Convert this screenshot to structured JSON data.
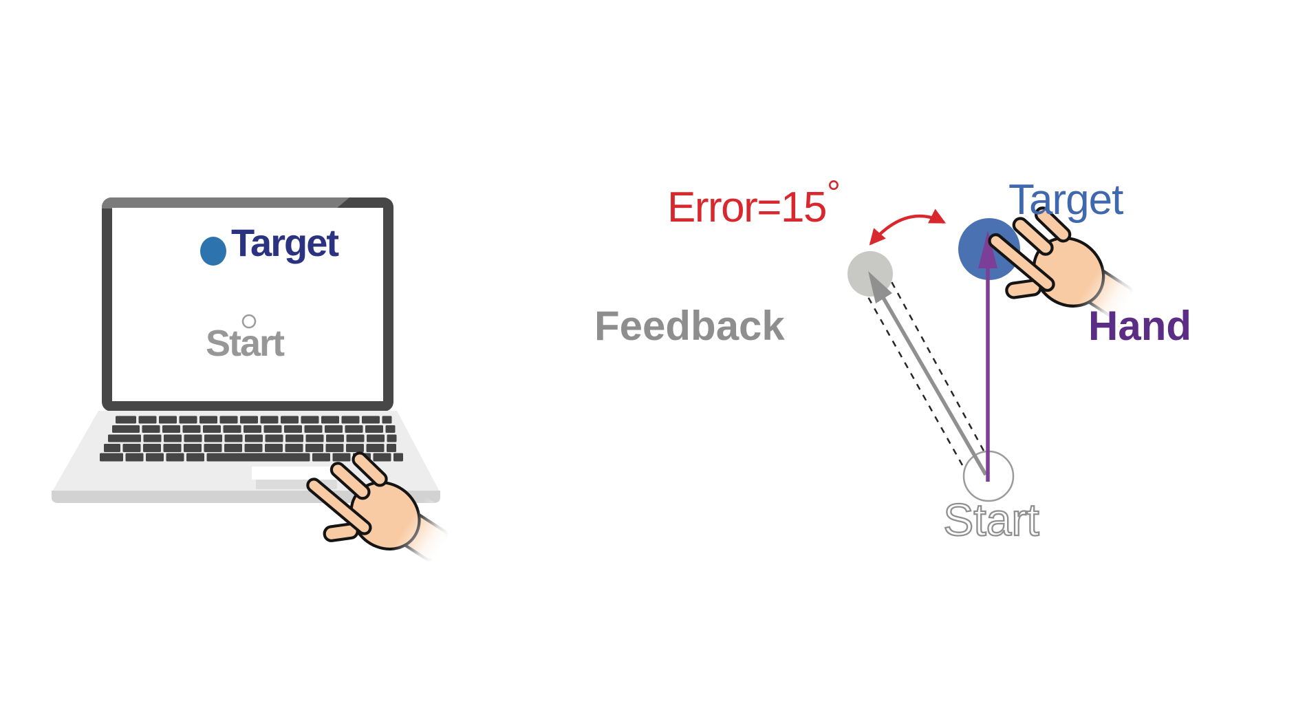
{
  "left_panel": {
    "description": "laptop-with-reaching-task-screen",
    "screen": {
      "target_label": "Target",
      "start_label": "Start"
    }
  },
  "right_panel": {
    "description": "visuomotor-rotation-schematic",
    "error_label": "Error=15",
    "degree_symbol": "°",
    "feedback_label": "Feedback",
    "target_label": "Target",
    "hand_label": "Hand",
    "start_label": "Start"
  },
  "colors": {
    "error_red": "#d8272d",
    "screen_target_navy": "#2b3380",
    "screen_dot_blue": "#2d74ae",
    "target_circle_blue": "#4a72b2",
    "target_label_blue": "#4068ae",
    "hand_arrow_purple": "#7c3e97",
    "hand_label_purple": "#5b2d84",
    "feedback_circle_gray": "#c8c8c4",
    "feedback_arrow_gray": "#909090",
    "gray_text": "#8e8e8e",
    "laptop_bezel_dark": "#474747",
    "laptop_base_gray": "#ededed",
    "key_dark_gray": "#454545",
    "skin_tone": "#f9cba4"
  }
}
